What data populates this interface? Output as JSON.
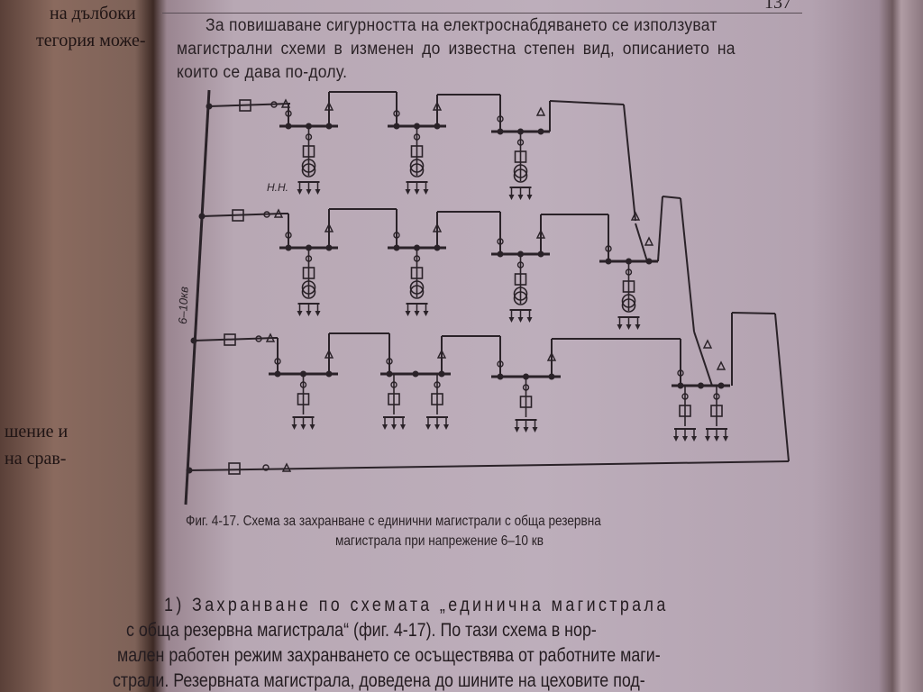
{
  "left_page": {
    "lines": [
      "на дълбоки",
      "тегория може-",
      "шение и",
      "на срав-"
    ]
  },
  "right_page": {
    "page_number": "137",
    "intro_lines": [
      "За повишаване сигурността на електроснабдяването се използуват",
      "магистрални схеми в изменен до известна степен вид, описанието на",
      "които се дава по-долу."
    ],
    "diagram": {
      "voltage_label": "6–10кв",
      "low_voltage_label": "Н.Н."
    },
    "caption": {
      "line1": "Фиг. 4-17. Схема за захранване с единични магистрали с обща резервна",
      "line2": "магистрала при напрежение 6–10 кв"
    },
    "body_lines": [
      "1) Захранване по схемата „единична магистрала",
      "с обща резервна магистрала“ (фиг. 4-17). По тази схема в нор-",
      "мален работен режим захранването се осъществява от работните маги-",
      "страли. Резервната магистрала, доведена до шините на цеховите под-"
    ]
  }
}
